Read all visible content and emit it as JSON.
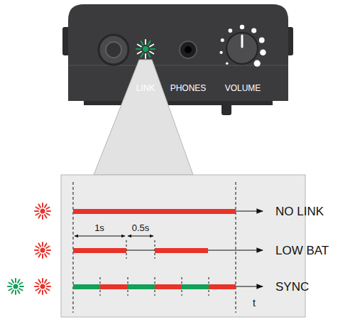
{
  "diagram": {
    "labels": [
      "LINK",
      "PHONES",
      "VOLUME",
      "NO LINK",
      "1s",
      "0.5s",
      "LOW BAT",
      "SYNC",
      "t"
    ]
  }
}
